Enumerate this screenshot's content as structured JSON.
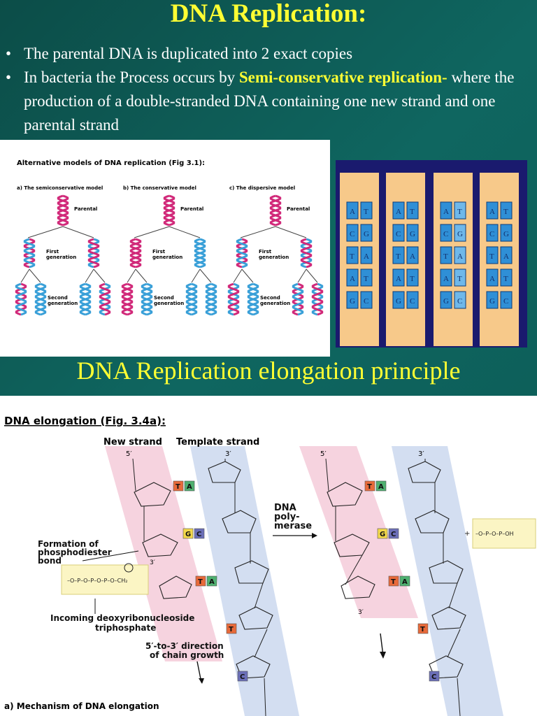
{
  "slide": {
    "title": "DNA Replication:",
    "bullets": [
      {
        "text": "The parental DNA is duplicated into 2 exact copies"
      },
      {
        "text_before": "In bacteria the Process occurs by ",
        "highlight": "Semi-conservative replication-",
        "text_after": " where the production of a double-stranded DNA containing one new strand and one parental strand"
      }
    ],
    "bullet_glyph": "•",
    "subtitle": "DNA Replication elongation principle"
  },
  "models_figure": {
    "heading": "Alternative models of DNA replication (Fig 3.1):",
    "models": [
      {
        "label": "a) The semiconservative model",
        "parental": "Parental",
        "first": [
          "First",
          "generation"
        ],
        "second": [
          "Second",
          "generation"
        ]
      },
      {
        "label": "b) The conservative model",
        "parental": "Parental",
        "first": [
          "First",
          "generation"
        ],
        "second": [
          "Second",
          "generation"
        ]
      },
      {
        "label": "c) The dispersive model",
        "parental": "Parental",
        "first": [
          "First",
          "generation"
        ],
        "second": [
          "Second",
          "generation"
        ]
      }
    ],
    "colors": {
      "parental": "#d12a7a",
      "new": "#3aa0d8"
    }
  },
  "bases_figure": {
    "columns": [
      [
        "A",
        "C",
        "T",
        "A",
        "G"
      ],
      [
        "T",
        "G",
        "A",
        "T",
        "C"
      ]
    ],
    "colors": {
      "background": "#1a1a6e",
      "paper": "#f7c98a",
      "block": "#2f8fd6"
    }
  },
  "elongation_figure": {
    "heading": "DNA elongation (Fig. 3.4a):",
    "new_strand": "New strand",
    "template_strand": "Template strand",
    "five_prime": "5′",
    "three_prime": "3′",
    "phosphodiester": [
      "Formation of",
      "phosphodiester",
      "bond"
    ],
    "incoming": [
      "Incoming deoxyribonucleoside",
      "triphosphate"
    ],
    "direction": [
      "5′-to-3′ direction",
      "of chain growth"
    ],
    "polymerase": [
      "DNA",
      "poly-",
      "merase"
    ],
    "caption": "a) Mechanism of DNA elongation",
    "pairs": [
      {
        "new": "T",
        "template": "A"
      },
      {
        "new": "G",
        "template": "C"
      },
      {
        "new": "T",
        "template": "A"
      }
    ],
    "template_only": [
      "T",
      "C"
    ],
    "colors": {
      "new_strand_band": "#f6d3df",
      "template_band": "#d3def1",
      "T": "#e86a3a",
      "A": "#4fb070",
      "G": "#f2d84a",
      "C": "#6b6fb8"
    }
  }
}
